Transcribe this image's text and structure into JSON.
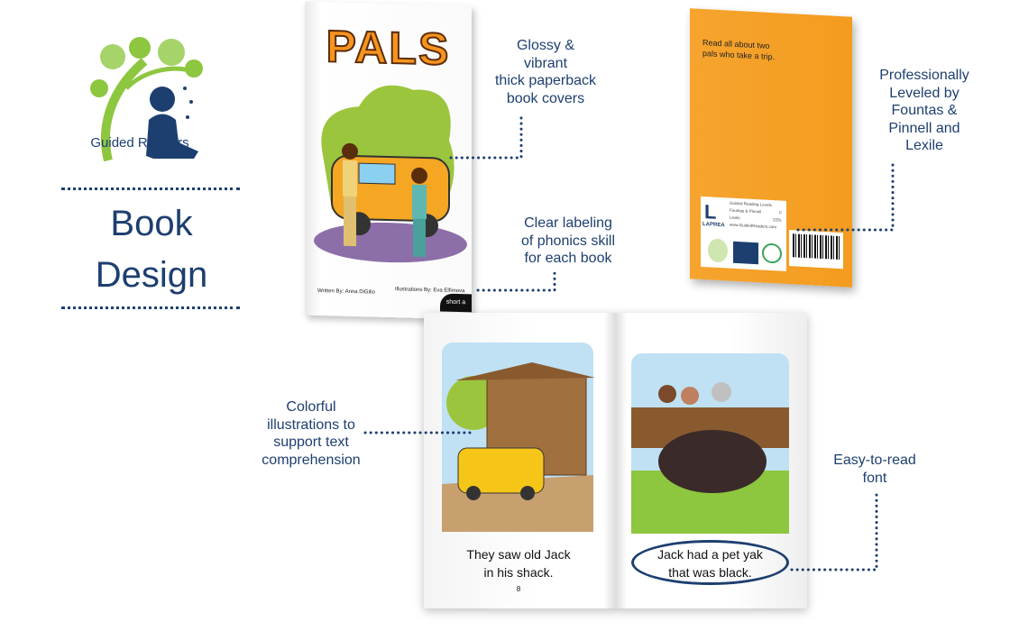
{
  "logo": {
    "brand": "Guided Readers"
  },
  "heading": {
    "line1": "Book",
    "line2": "Design"
  },
  "front_cover": {
    "title": "PALS",
    "author": "Written By: Anna DiGilio",
    "illustrator": "Illustrations By: Eva Elfimova",
    "skill_tag": "short a"
  },
  "back_cover": {
    "blurb_line1": "Read all about two",
    "blurb_line2": "pals who take a trip.",
    "label_title": "Guided Reading Levels",
    "label_rows": [
      {
        "name": "Fountas & Pinnell",
        "value": "F"
      },
      {
        "name": "Lexile",
        "value": "220L"
      }
    ],
    "label_url": "www.GuidedReaders.com",
    "publisher": "LAPREA",
    "background_color": "#f39c1f"
  },
  "inside_pages": {
    "left_text_line1": "They saw old Jack",
    "left_text_line2": "in his shack.",
    "left_page_number": "8",
    "right_text_line1": "Jack had a pet yak",
    "right_text_line2": "that was black."
  },
  "callouts": {
    "covers": [
      "Glossy &",
      "vibrant",
      "thick paperback",
      "book covers"
    ],
    "labeling": [
      "Clear labeling",
      "of phonics skill",
      "for each book"
    ],
    "leveled": [
      "Professionally",
      "Leveled by",
      "Fountas &",
      "Pinnell and",
      "Lexile"
    ],
    "illustrations": [
      "Colorful",
      "illustrations to",
      "support text",
      "comprehension"
    ],
    "font": [
      "Easy-to-read",
      "font"
    ]
  },
  "colors": {
    "navy": "#1d3f70",
    "green": "#8dc63f",
    "orange": "#f39c1f"
  }
}
